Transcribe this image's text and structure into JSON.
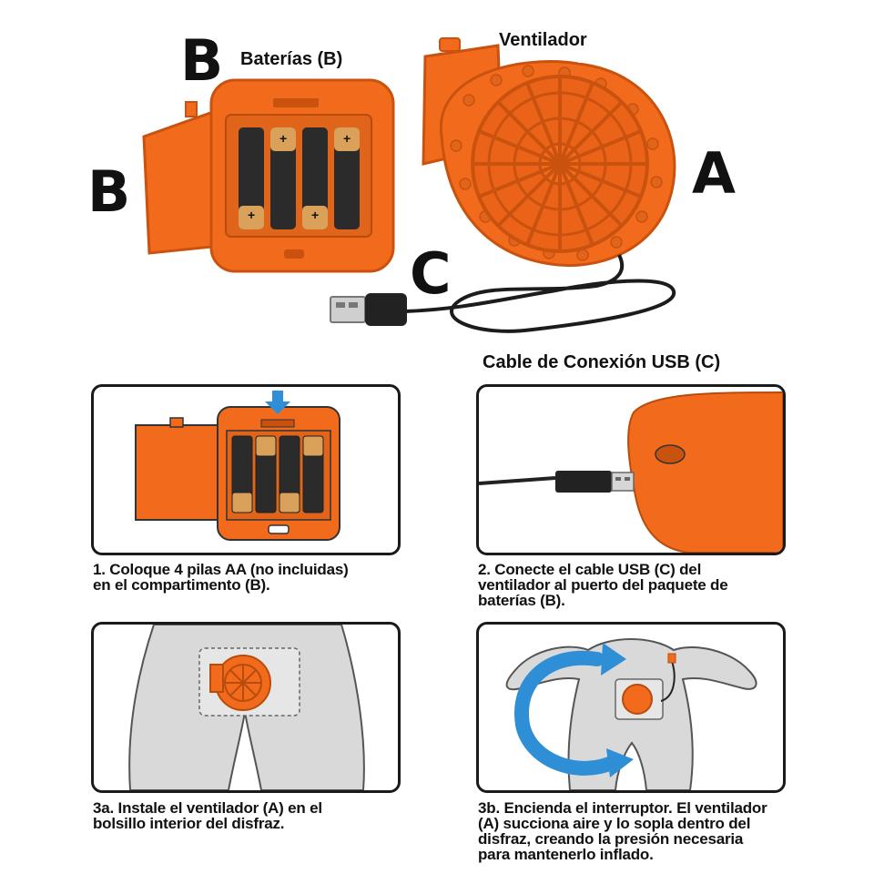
{
  "labels": {
    "b_big_top": "B",
    "b_big_left": "B",
    "a_big": "A",
    "c_big": "C",
    "batteries": "Baterías (B)",
    "fan": "Ventilador",
    "cable": "Cable de Conexión USB (C)"
  },
  "battery_marks": [
    "+",
    "+",
    "+",
    "+"
  ],
  "steps": [
    {
      "text": "1. Coloque 4 pilas AA (no incluidas)\nen el compartimento (B)."
    },
    {
      "text": "2. Conecte el cable USB (C) del\nventilador al puerto del paquete de\nbaterías (B)."
    },
    {
      "text": "3a. Instale el ventilador (A) en el\nbolsillo interior del disfraz."
    },
    {
      "text": "3b. Encienda el interruptor. El ventilador\n(A) succiona aire y lo sopla dentro del\ndisfraz, creando la presión necesaria\npara mantenerlo inflado."
    }
  ],
  "colors": {
    "orange": "#f26b1d",
    "orange_dark": "#c9520f",
    "battery_black": "#2b2b2b",
    "battery_gold": "#d9a15a",
    "arrow_blue": "#2f8fd6",
    "costume_gray": "#d9d9d9"
  },
  "icons": [
    "fan-icon",
    "battery-pack-icon",
    "usb-plug-icon",
    "down-arrow-icon",
    "airflow-arrow-icon"
  ]
}
